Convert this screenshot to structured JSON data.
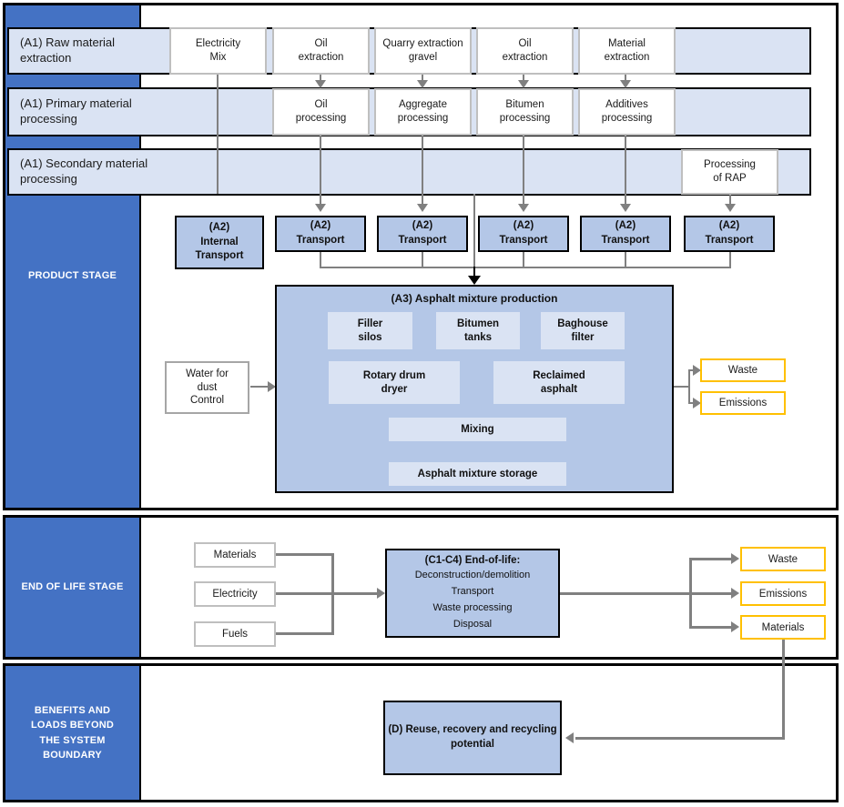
{
  "colors": {
    "accent_blue": "#4472C4",
    "band_blue": "#DAE3F3",
    "box_blue": "#B4C7E7",
    "inner_blue": "#DAE3F3",
    "output_yellow": "#FFC000",
    "line_gray": "#808080",
    "frame_black": "#000000"
  },
  "product": {
    "sidebar_label": "PRODUCT STAGE",
    "row1": {
      "label": "(A1) Raw material\nextraction",
      "b1": "Electricity\nMix",
      "b2": "Oil\nextraction",
      "b3": "Quarry extraction\ngravel",
      "b4": "Oil\nextraction",
      "b5": "Material\nextraction"
    },
    "row2": {
      "label": "(A1) Primary material\nprocessing",
      "b1": "Oil\nprocessing",
      "b2": "Aggregate\nprocessing",
      "b3": "Bitumen\nprocessing",
      "b4": "Additives\nprocessing"
    },
    "row3": {
      "label": "(A1) Secondary material\nprocessing",
      "b1": "Processing\nof RAP"
    },
    "a2": {
      "internal": "(A2)\nInternal\nTransport",
      "transport": "(A2)\nTransport"
    },
    "a3": {
      "title": "(A3) Asphalt mixture production",
      "filler": "Filler\nsilos",
      "bitumen_tanks": "Bitumen\ntanks",
      "baghouse": "Baghouse\nfilter",
      "rotary": "Rotary drum\ndryer",
      "reclaimed": "Reclaimed\nasphalt",
      "mixing": "Mixing",
      "storage": "Asphalt mixture storage"
    },
    "water": "Water for\ndust\nControl",
    "out_waste": "Waste",
    "out_emissions": "Emissions"
  },
  "eol": {
    "sidebar_label": "END OF LIFE STAGE",
    "in_materials": "Materials",
    "in_electricity": "Electricity",
    "in_fuels": "Fuels",
    "c_header": "(C1-C4) End-of-life:",
    "c_body": "Deconstruction/demolition\nTransport\nWaste processing\nDisposal",
    "out_waste": "Waste",
    "out_emissions": "Emissions",
    "out_materials": "Materials"
  },
  "benefits": {
    "sidebar_label": "BENEFITS AND\nLOADS BEYOND\nTHE SYSTEM\nBOUNDARY",
    "d_label": "(D) Reuse, recovery and recycling\npotential"
  }
}
